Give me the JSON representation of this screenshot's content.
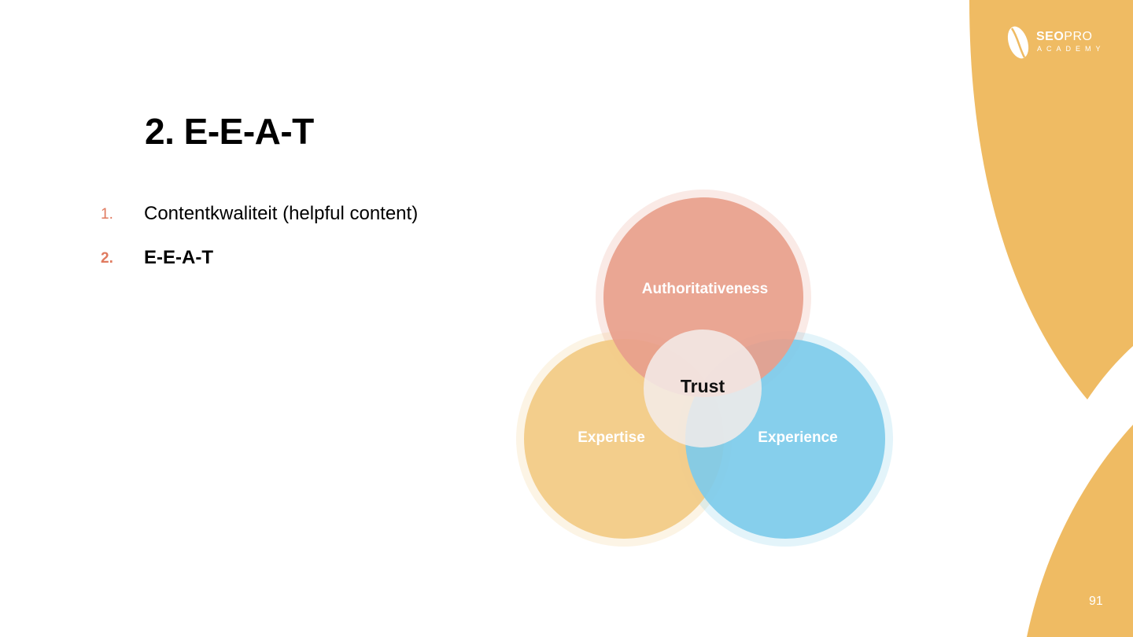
{
  "slide": {
    "title": "2. E-E-A-T",
    "list": [
      {
        "number": "1.",
        "text": "Contentkwaliteit (helpful content)",
        "active": false
      },
      {
        "number": "2.",
        "text": "E-E-A-T",
        "active": true
      }
    ],
    "page_number": "91"
  },
  "logo": {
    "brand_bold": "SEO",
    "brand_light": "PRO",
    "sub": "ACADEMY",
    "icon": "seopro-leaf-icon"
  },
  "diagram": {
    "circles": [
      {
        "label": "Authoritativeness",
        "color": "#e8a08c"
      },
      {
        "label": "Expertise",
        "color": "#f2cb87"
      },
      {
        "label": "Experience",
        "color": "#7ecbea"
      },
      {
        "label": "Trust",
        "color": "#f3ecea"
      }
    ]
  },
  "colors": {
    "accent": "#e07a5f",
    "decor": "#efbb63"
  }
}
